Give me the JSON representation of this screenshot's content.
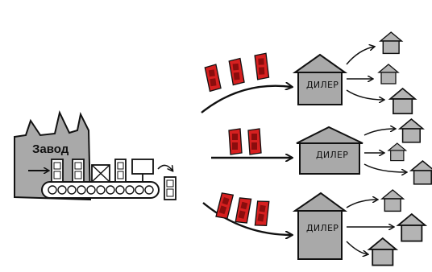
{
  "factory": {
    "label": "Завод"
  },
  "dealers": [
    {
      "label": "ДИЛЕР",
      "doors_received": 3
    },
    {
      "label": "ДИЛЕР",
      "doors_received": 2
    },
    {
      "label": "ДИЛЕР",
      "doors_received": 3
    }
  ],
  "colors": {
    "ink": "#111111",
    "building_fill": "#a9a9a9",
    "door_red": "#d62020",
    "door_red_shade": "#8a0d0d",
    "paper": "#ffffff"
  },
  "icons": {
    "factory": "factory-icon",
    "conveyor": "conveyor-icon",
    "door": "door-icon",
    "box": "crate-icon",
    "monitor": "monitor-icon",
    "dealer": "dealer-house-icon",
    "shop": "small-house-icon"
  }
}
